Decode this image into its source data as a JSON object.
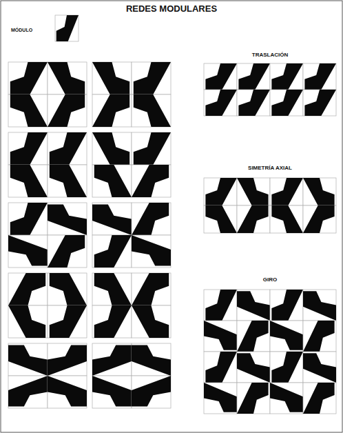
{
  "diagram": {
    "title": "REDES MODULARES",
    "labels": [
      "MÓDULO",
      "TRASLACIÓN",
      "SIMETRÍA AXIAL",
      "GIRO"
    ]
  }
}
